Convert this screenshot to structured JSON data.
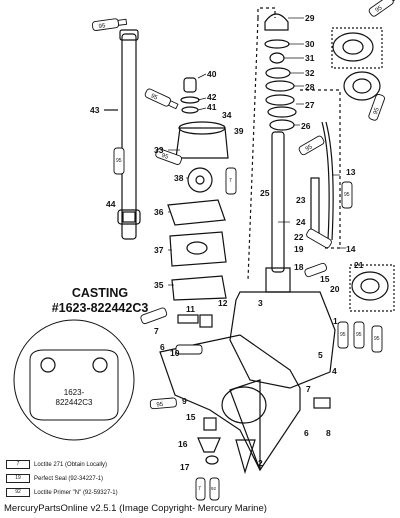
{
  "casting": {
    "title": "CASTING",
    "number": "#1623-822442C3"
  },
  "casting_detail": {
    "line1": "1623-",
    "line2": "822442C3"
  },
  "legend": [
    {
      "code": "7",
      "text": "Loctite 271 (Obtain Locally)"
    },
    {
      "code": "19",
      "text": "Perfect Seal (92-34227-1)"
    },
    {
      "code": "92",
      "text": "Loctite Primer \"N\" (92-59327-1)"
    }
  ],
  "footer": "MercuryPartsOnline v2.5.1 (Image Copyright- Mercury Marine)",
  "callouts": {
    "c1": "1",
    "c2": "2",
    "c3": "3",
    "c4": "4",
    "c5": "5",
    "c6": "6",
    "c7": "7",
    "c8": "8",
    "c9": "9",
    "c10": "10",
    "c11": "11",
    "c12": "12",
    "c13": "13",
    "c14": "14",
    "c15": "15",
    "c16": "16",
    "c17": "17",
    "c18": "18",
    "c19": "19",
    "c20": "20",
    "c21": "21",
    "c22": "22",
    "c23": "23",
    "c24": "24",
    "c25": "25",
    "c26": "26",
    "c27": "27",
    "c28": "28",
    "c29": "29",
    "c30": "30",
    "c31": "31",
    "c32": "32",
    "c33": "33",
    "c34": "34",
    "c35": "35",
    "c36": "36",
    "c37": "37",
    "c38": "38",
    "c39": "39",
    "c40": "40",
    "c41": "41",
    "c42": "42",
    "c43": "43",
    "c44": "44"
  },
  "tube_codes": {
    "t95": "95",
    "t7": "7",
    "t19": "19",
    "t92": "92"
  }
}
